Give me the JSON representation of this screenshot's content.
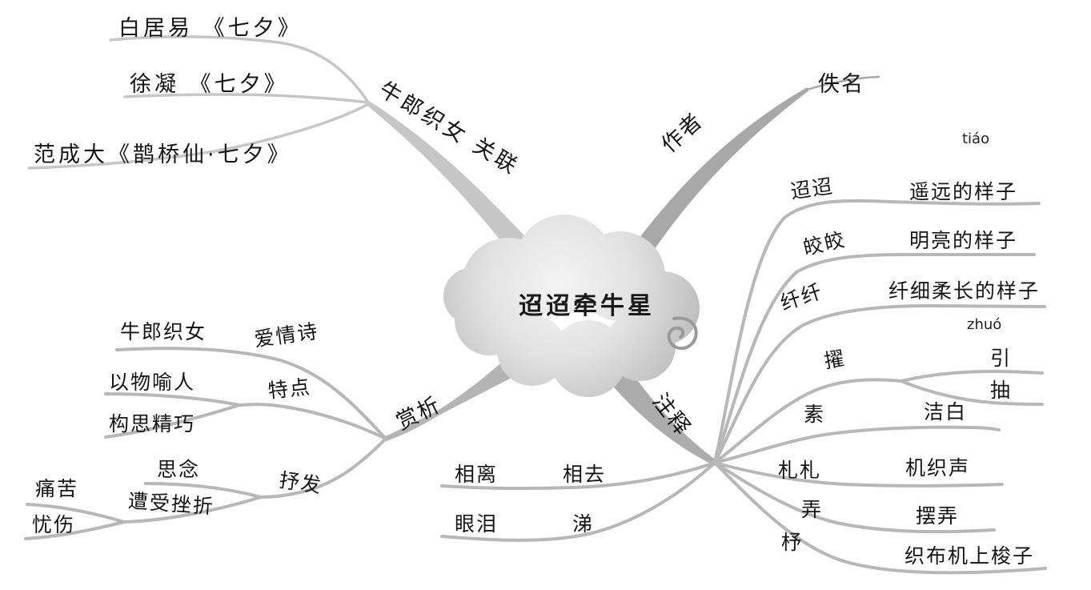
{
  "palette": {
    "branch": "#b7b7b7",
    "branch_dark": "#a8a8a8",
    "branch_light": "#c6c6c6",
    "text": "#151515",
    "cloud_fill": "#dcdcdc"
  },
  "center": {
    "title": "迢迢牵牛星"
  },
  "author": {
    "label": "作者",
    "value": "佚名"
  },
  "related": {
    "label": "牛郎织女 关联",
    "items": [
      "白居易 《七夕》",
      "徐凝 《七夕》",
      "范成大《鹊桥仙·七夕》"
    ]
  },
  "annotation": {
    "label": "注释",
    "items": [
      {
        "term": "迢迢",
        "pinyin": "tiáo",
        "meaning": "遥远的样子"
      },
      {
        "term": "皎皎",
        "meaning": "明亮的样子"
      },
      {
        "term": "纤纤",
        "meaning": "纤细柔长的样子"
      },
      {
        "term": "擢",
        "pinyin": "zhuó",
        "meaning1": "引",
        "meaning2": "抽"
      },
      {
        "term": "素",
        "meaning": "洁白"
      },
      {
        "term": "札札",
        "meaning": "机织声"
      },
      {
        "term": "弄",
        "meaning": "摆弄"
      },
      {
        "term": "杼",
        "meaning": "织布机上梭子"
      },
      {
        "term": "相离",
        "meaning": "相去"
      },
      {
        "term": "眼泪",
        "meaning": "涕"
      }
    ]
  },
  "appreciation": {
    "label": "赏析",
    "love": {
      "label": "爱情诗",
      "value": "牛郎织女"
    },
    "features": {
      "label": "特点",
      "items": [
        "以物喻人",
        "构思精巧"
      ]
    },
    "express": {
      "label": "抒发",
      "miss": "思念",
      "setback": "遭受挫折",
      "feelings": [
        "痛苦",
        "忧伤"
      ]
    }
  }
}
